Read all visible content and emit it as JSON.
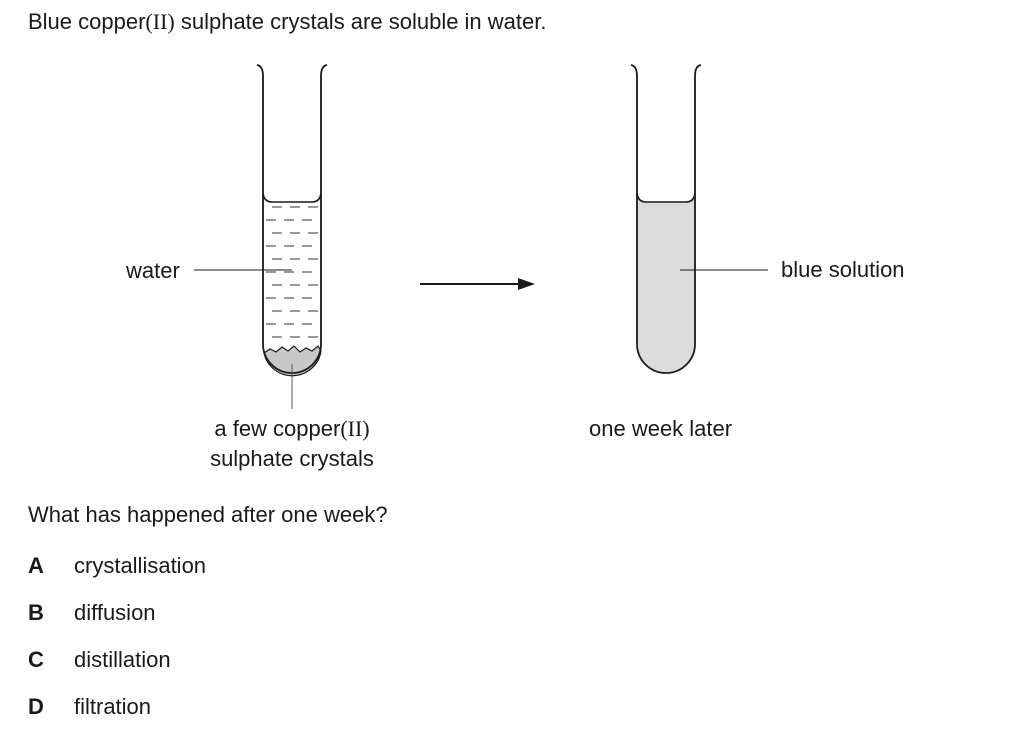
{
  "question": {
    "intro_parts": [
      "Blue copper",
      "(II)",
      " sulphate crystals are soluble in water."
    ],
    "prompt": "What has happened after one week?"
  },
  "diagram": {
    "labels": {
      "water": "water",
      "crystals_line1_parts": [
        "a few copper",
        "(II)"
      ],
      "crystals_line2": "sulphate crystals",
      "blue_solution": "blue solution",
      "one_week_later": "one week later"
    },
    "colors": {
      "stroke": "#1a1a1a",
      "solution_fill": "#dcdcdc",
      "crystal_fill": "#c8c8c8"
    }
  },
  "options": [
    {
      "letter": "A",
      "text": "crystallisation"
    },
    {
      "letter": "B",
      "text": "diffusion"
    },
    {
      "letter": "C",
      "text": "distillation"
    },
    {
      "letter": "D",
      "text": "filtration"
    }
  ]
}
